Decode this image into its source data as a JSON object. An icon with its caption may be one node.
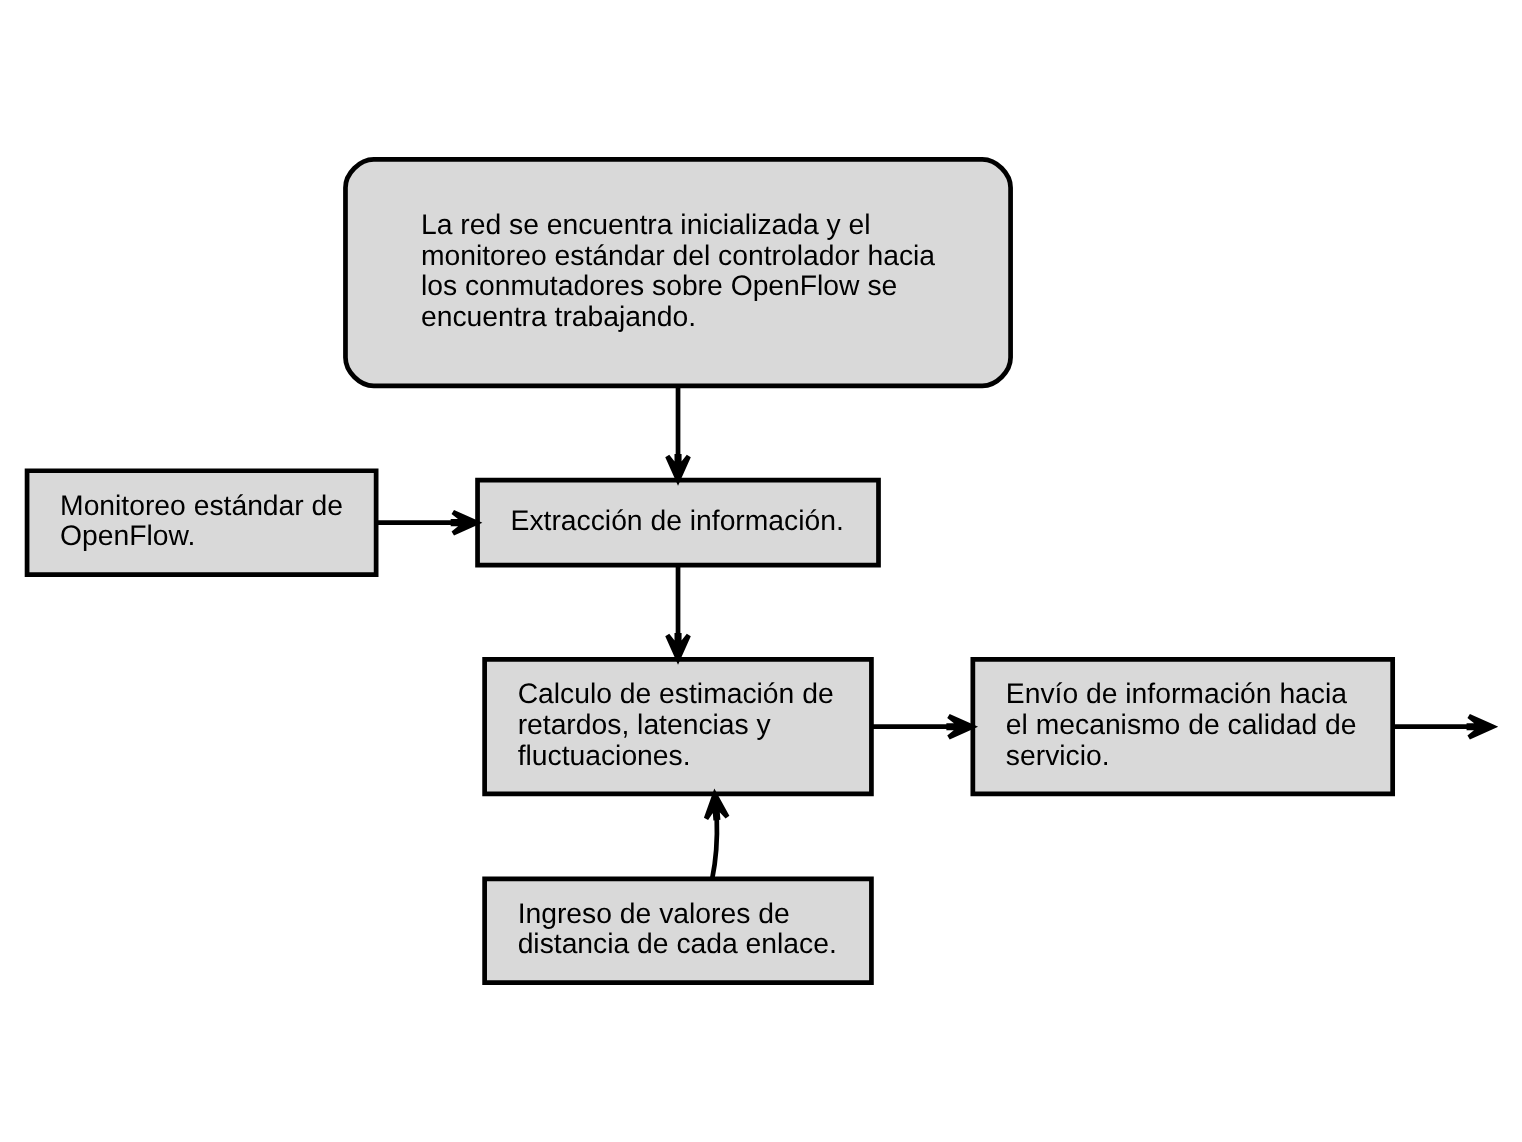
{
  "diagram": {
    "nodes": [
      {
        "text": [
          "La red se encuentra inicializada y el monitoreo estándar del controlador hacia los conmutadores sobre OpenFlow se encuentra trabajando."
        ]
      },
      {
        "text": [
          "Extracción de información."
        ]
      },
      {
        "text": [
          "Monitoreo estándar de OpenFlow."
        ]
      },
      {
        "text": [
          "Calculo de estimación de retardos, latencias y fluctuaciones."
        ]
      },
      {
        "text": [
          "Envío de información hacia el mecanismo de calidad de servicio."
        ]
      },
      {
        "text": [
          "Ingreso de valores de distancia de cada enlace."
        ]
      }
    ],
    "edges": [
      {
        "from": 0,
        "to": 1,
        "arrow": "to"
      },
      {
        "from": 2,
        "to": 1,
        "arrow": "to"
      },
      {
        "from": 1,
        "to": 3,
        "arrow": "to"
      },
      {
        "from": 5,
        "to": 3,
        "arrow": "to"
      },
      {
        "from": 3,
        "to": 4,
        "arrow": "to"
      },
      {
        "from": 4,
        "to": null,
        "arrow": "to"
      }
    ]
  }
}
